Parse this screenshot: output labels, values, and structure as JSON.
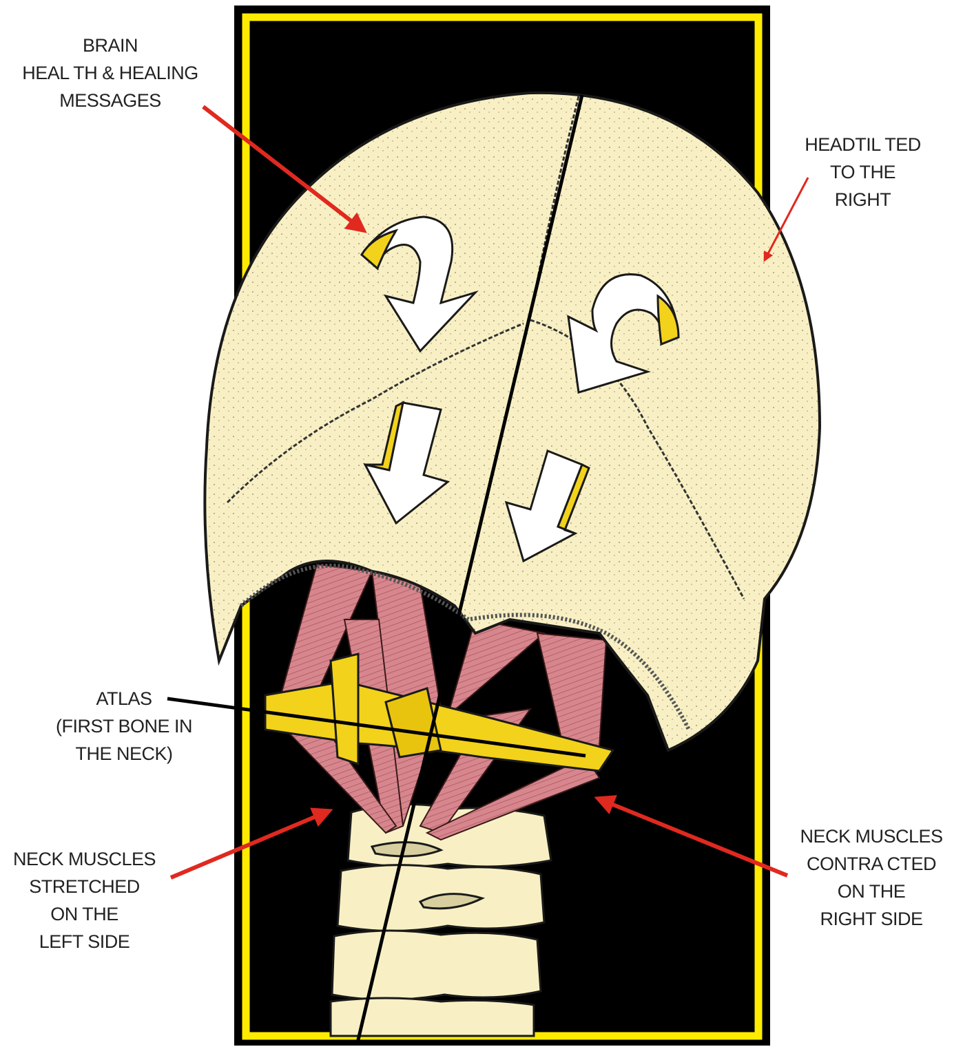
{
  "colors": {
    "background": "#ffffff",
    "panel": "#000000",
    "frame": "#ffeb00",
    "bone": "#f8f0c4",
    "muscle": "#d7868d",
    "atlas": "#f2d21a",
    "arrow_red": "#e0291f"
  },
  "labels": {
    "brain": [
      "BRAIN",
      "HEAL TH & HEALING",
      "MESSAGES"
    ],
    "head_tilted": [
      "HEADTIL  TED",
      "TO THE",
      "RIGHT"
    ],
    "atlas": [
      "ATLAS",
      "(FIRST BONE IN",
      "THE NECK)"
    ],
    "stretched": [
      "NECK MUSCLES",
      "STRETCHED",
      "ON THE",
      "LEFT SIDE"
    ],
    "contracted": [
      "NECK MUSCLES",
      "CONTRA  CTED",
      "ON THE",
      "RIGHT SIDE"
    ]
  },
  "icons": {
    "curved_arrows": "curved-arrow-icon",
    "down_arrows": "down-arrow-icon",
    "pointer_arrows": "red-arrow-icon"
  }
}
